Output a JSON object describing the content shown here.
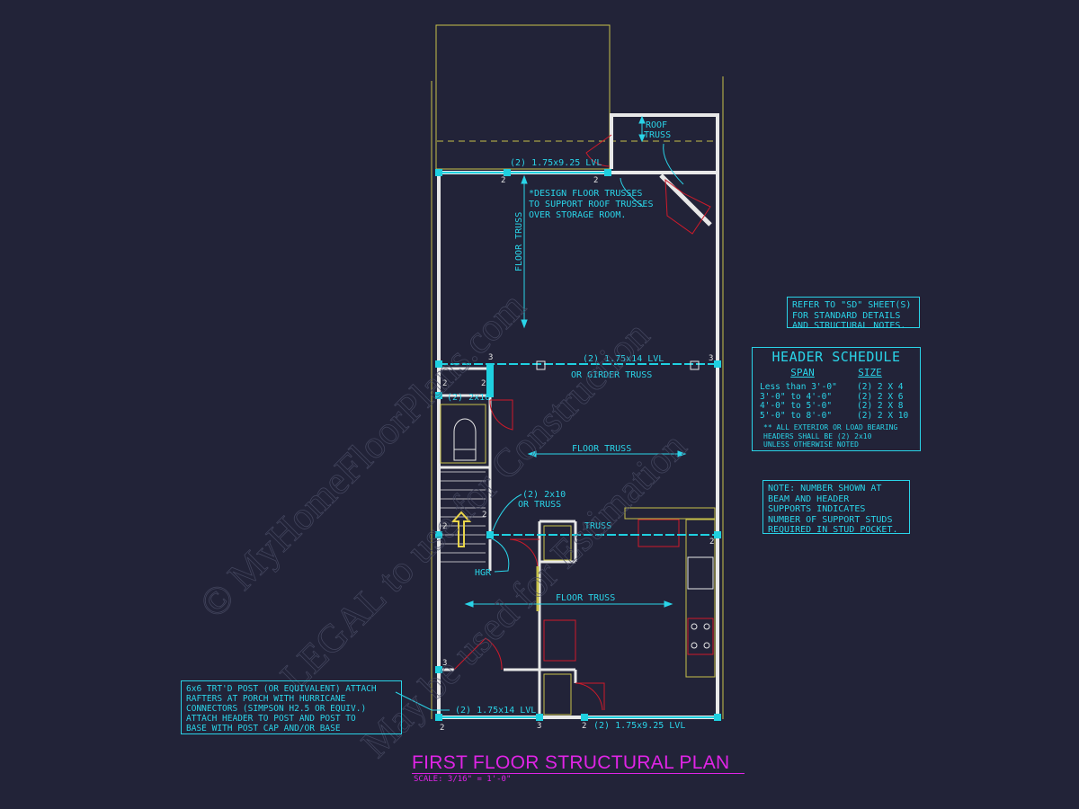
{
  "drawing": {
    "title": "FIRST FLOOR STRUCTURAL PLAN",
    "scale": "SCALE: 3/16\" = 1'-0\""
  },
  "plan_labels": {
    "roof_truss_1": "ROOF",
    "roof_truss_2": "TRUSS",
    "top_lvl": "(2) 1.75x9.25 LVL",
    "design_note_1": "*DESIGN FLOOR TRUSSES",
    "design_note_2": "TO SUPPORT ROOF TRUSSES",
    "design_note_3": "OVER STORAGE ROOM.",
    "floor_truss_vertical": "FLOOR TRUSS",
    "mid_lvl": "(2) 1.75x14 LVL",
    "girder": "OR GIRDER TRUSS",
    "header_2x10_a": "(2) 2x10",
    "floor_truss_1": "FLOOR TRUSS",
    "header_2x10_b": "(2) 2x10",
    "or_truss": "OR TRUSS",
    "truss": "TRUSS",
    "hgr": "HGR",
    "floor_truss_2": "FLOOR TRUSS",
    "bottom_lvl_left": "(2) 1.75x14 LVL",
    "bottom_lvl_right": "(2) 1.75x9.25 LVL"
  },
  "support_numbers": {
    "n1": "2",
    "n2": "2",
    "n3": "3",
    "n4": "3",
    "n5": "2",
    "n6": "2",
    "n7": "2",
    "n8": "2",
    "n9": "2",
    "n10": "3",
    "n11": "2",
    "n12": "3",
    "n13": "2"
  },
  "notes": {
    "refer_sd": "REFER TO \"SD\" SHEET(S)\nFOR STANDARD DETAILS\nAND STRUCTURAL NOTES.",
    "support_studs": "NOTE: NUMBER SHOWN AT\nBEAM AND HEADER\nSUPPORTS INDICATES\nNUMBER OF SUPPORT STUDS\nREQUIRED IN STUD POCKET.",
    "porch_post": "6x6 TRT'D POST (OR EQUIVALENT) ATTACH\nRAFTERS AT PORCH WITH HURRICANE\nCONNECTORS (SIMPSON H2.5 OR EQUIV.)\nATTACH HEADER TO POST AND POST TO\nBASE WITH POST CAP AND/OR BASE"
  },
  "header_schedule": {
    "title": "HEADER SCHEDULE",
    "col_span": "SPAN",
    "col_size": "SIZE",
    "rows": [
      {
        "span": "Less than 3'-0\"",
        "size": "(2) 2 X 4"
      },
      {
        "span": "3'-0\" to 4'-0\"",
        "size": "(2) 2 X 6"
      },
      {
        "span": "4'-0\" to 5'-0\"",
        "size": "(2) 2 X 8"
      },
      {
        "span": "5'-0\" to 8'-0\"",
        "size": "(2) 2 X 10"
      }
    ],
    "note": "** ALL EXTERIOR OR LOAD BEARING\nHEADERS SHALL BE (2) 2x10\nUNLESS OTHERWISE NOTED"
  },
  "watermark": {
    "line1": "© MyHomeFloorPlans.com",
    "line2": "LEGAL to use for Construction",
    "line3": "May be used for Estimation"
  },
  "colors": {
    "background": "#222338",
    "wall": "#e8e8e8",
    "annotation": "#2ad4e8",
    "title": "#e024e6",
    "door": "#d01a2a",
    "fixture": "#c8c24a",
    "beam": "#1fd0e0"
  }
}
